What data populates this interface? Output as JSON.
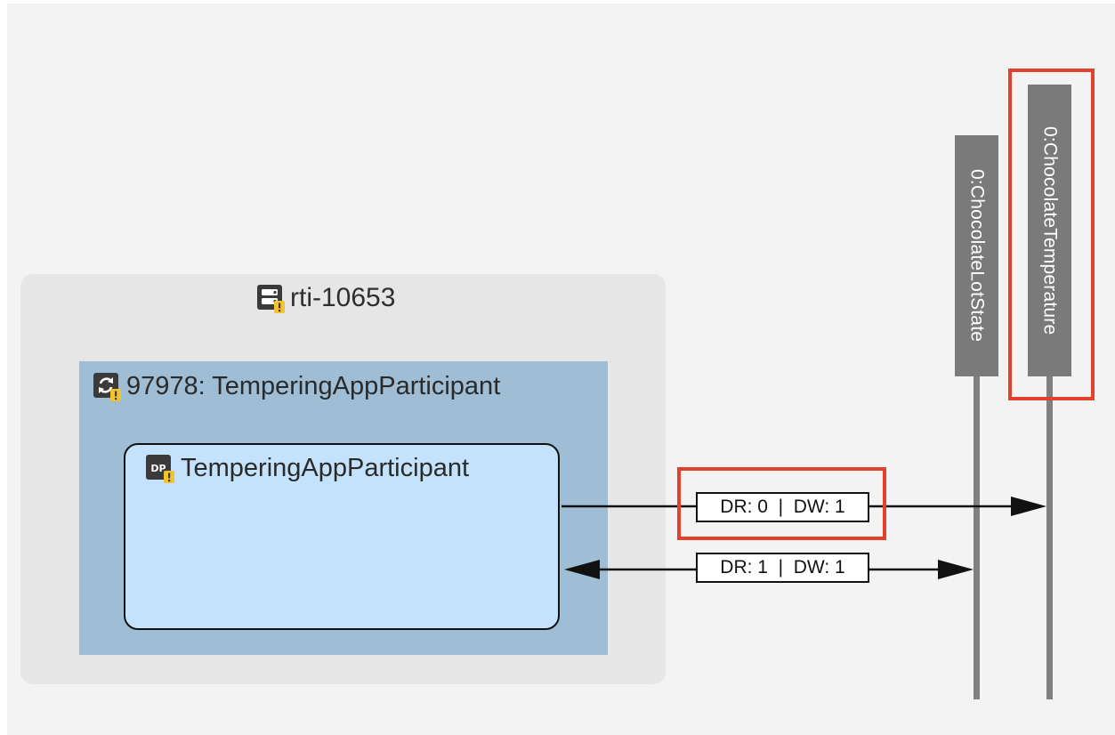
{
  "host": {
    "name": "rti-10653",
    "icon": "server-warning-icon"
  },
  "process": {
    "name": "97978: TemperingAppParticipant",
    "icon": "process-warning-icon"
  },
  "participant": {
    "name": "TemperingAppParticipant",
    "icon": "domain-participant-warning-icon",
    "icon_text": "DP"
  },
  "topics": [
    {
      "label": "0:ChocolateLotState"
    },
    {
      "label": "0:ChocolateTemperature",
      "highlighted": true
    }
  ],
  "connections": [
    {
      "label": "DR: 0  |  DW: 1",
      "topic": "0:ChocolateTemperature",
      "highlighted": true
    },
    {
      "label": "DR: 1  |  DW: 1",
      "topic": "0:ChocolateLotState",
      "highlighted": false
    }
  ],
  "colors": {
    "highlight": "#e2412b",
    "topic_bar": "#7a7a7a",
    "process_bg": "#9fbdd5",
    "participant_bg": "#c4e2fb",
    "warning": "#f2c230"
  }
}
